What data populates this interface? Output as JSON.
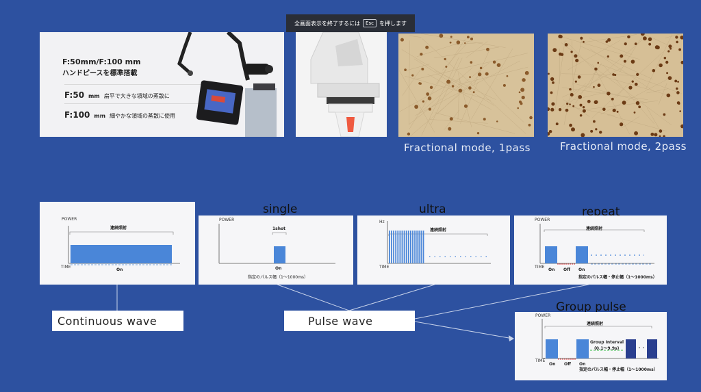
{
  "banner": {
    "text_before": "全画面表示を終了するには",
    "key": "Esc",
    "text_after": "を押します"
  },
  "product": {
    "title1": "F:50mm/F:100 mm",
    "title2": "ハンドピースを標準搭載",
    "rows": [
      {
        "spec": "F:50",
        "unit": "mm",
        "desc": "扁平で大きな領域の蒸散に"
      },
      {
        "spec": "F:100",
        "unit": "mm",
        "desc": "細やかな領域の蒸散に使用"
      }
    ]
  },
  "captions": {
    "pass1": "Fractional mode, 1pass",
    "pass2": "Fractional mode, 2pass"
  },
  "diagrams": {
    "continuous": {
      "y_axis": "POWER",
      "x_axis": "TIME",
      "label_top": "連続照射",
      "label_bottom": "On"
    },
    "single": {
      "title": "single",
      "y_axis": "POWER",
      "label_top": "1shot",
      "label_bottom": "On",
      "caption": "指定のパルス幅（1〜1000ms）"
    },
    "ultra": {
      "title": "ultra",
      "y_axis": "Hz",
      "x_axis": "TIME",
      "label_top": "連続照射"
    },
    "repeat": {
      "title": "repeat",
      "y_axis": "POWER",
      "x_axis": "TIME",
      "label_top": "連続照射",
      "on": "On",
      "off": "Off",
      "on2": "On",
      "caption": "指定のパルス幅・停止幅（1〜1000ms）"
    },
    "group": {
      "title": "Group pulse",
      "y_axis": "POWER",
      "x_axis": "TIME",
      "label_top": "連続照射",
      "on": "On",
      "off": "Off",
      "on2": "On",
      "interval": "Group Interval",
      "interval_range": "(0.1〜9.9s)",
      "dots": "・・",
      "caption": "指定のパルス幅・停止幅（1〜1000ms）"
    }
  },
  "labels": {
    "continuous": "Continuous  wave",
    "pulse": "Pulse  wave"
  },
  "colors": {
    "background": "#2d51a0",
    "pulse_fill": "#4a86d8",
    "group_dark": "#2a3f8f"
  }
}
